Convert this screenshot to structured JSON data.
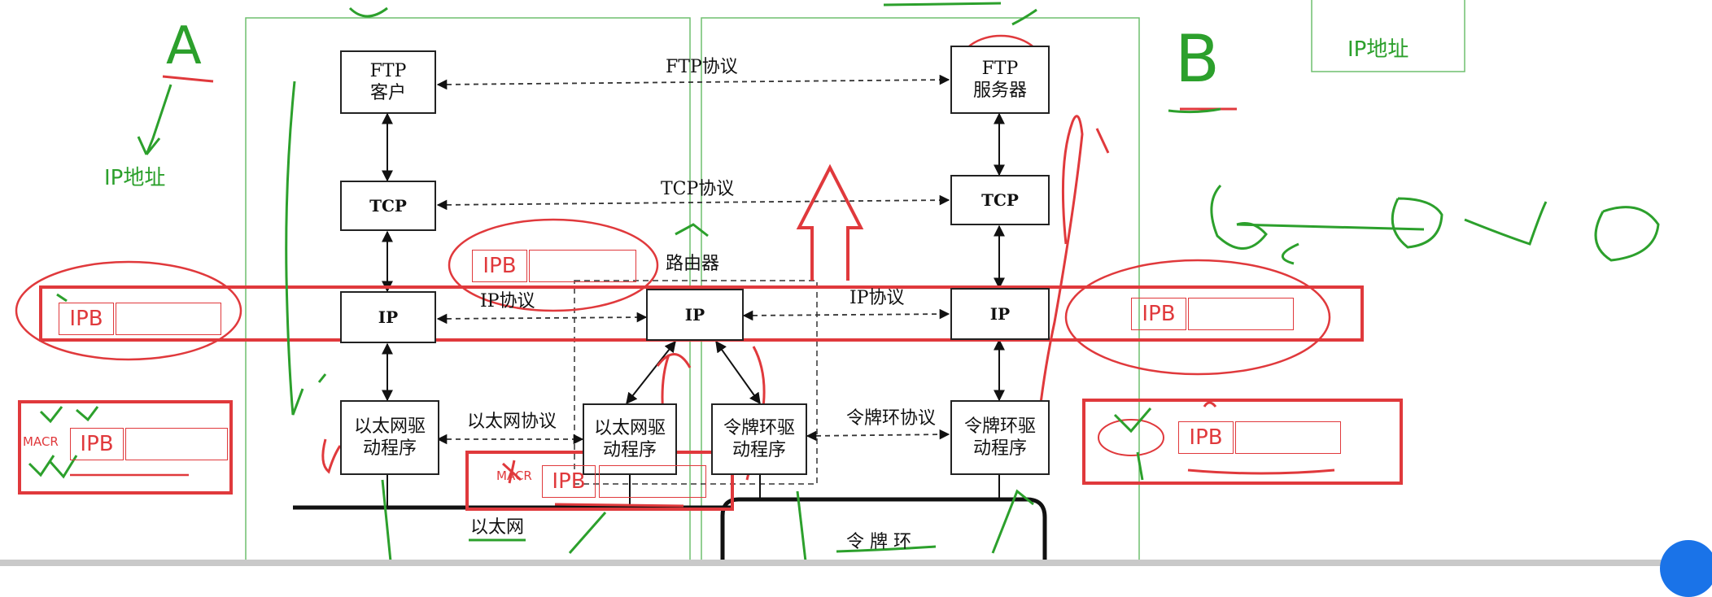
{
  "nodes": {
    "ftp_client": "FTP\n客户",
    "tcp_left": "TCP",
    "ip_left": "IP",
    "eth_driver_left": "以太网驱\n动程序",
    "ip_router": "IP",
    "eth_driver_router": "以太网驱\n动程序",
    "token_driver_router": "令牌环驱\n动程序",
    "ftp_server": "FTP\n服务器",
    "tcp_right": "TCP",
    "ip_right": "IP",
    "token_driver_right": "令牌环驱\n动程序"
  },
  "labels": {
    "ftp_protocol": "FTP协议",
    "tcp_protocol": "TCP协议",
    "router": "路由器",
    "ip_protocol_left": "IP协议",
    "ip_protocol_right": "IP协议",
    "ethernet_protocol": "以太网协议",
    "token_ring_protocol": "令牌环协议",
    "ethernet": "以太网",
    "token_ring": "令 牌 环"
  },
  "annotations": {
    "letter_a": "A",
    "letter_b": "B",
    "ip_address_left": "IP地址",
    "ip_address_top_right": "IP地址",
    "ipb": "IPB",
    "macr": "MACR"
  },
  "colors": {
    "ink": "#111111",
    "red_annotation": "#e0393c",
    "green_annotation": "#2ca02c",
    "frame_green": "#6fbf6f"
  }
}
